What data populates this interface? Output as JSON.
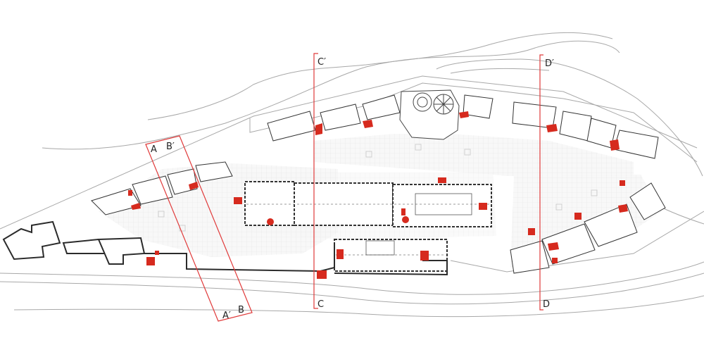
{
  "section_labels": {
    "A": "A",
    "A_prime": "A′",
    "B": "B",
    "B_prime": "B′",
    "C": "C",
    "C_prime": "C′",
    "D": "D",
    "D_prime": "D′"
  },
  "colors": {
    "section_line": "#e03a3a",
    "core_fill": "#d62a1e",
    "wall": "#2b2b2b",
    "site_line": "#9a9a9a",
    "paving": "#e9e9e9"
  }
}
